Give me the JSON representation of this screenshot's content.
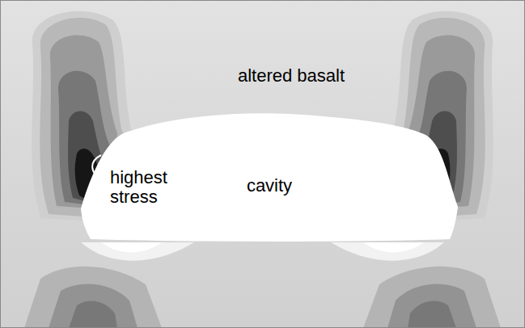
{
  "diagram": {
    "nodes": [
      {
        "text": [
          "cavity"
        ]
      }
    ],
    "labels": [
      "altered basalt",
      "highest stress"
    ]
  }
}
